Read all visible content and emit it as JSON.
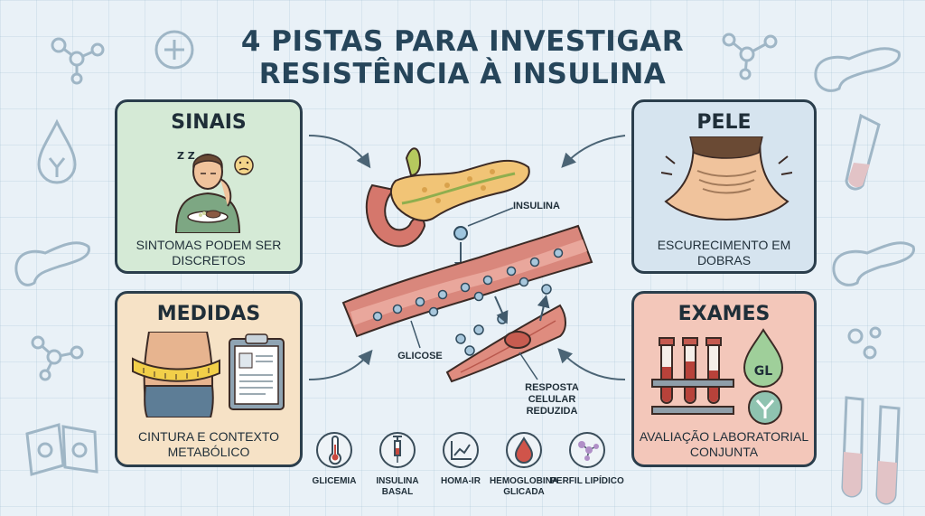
{
  "title": {
    "line1": "4 PISTAS PARA INVESTIGAR",
    "line2": "RESISTÊNCIA À INSULINA"
  },
  "cards": {
    "sinais": {
      "heading": "SINAIS",
      "caption": "SINTOMAS PODEM SER DISCRETOS",
      "color": "#d5ead6"
    },
    "medidas": {
      "heading": "MEDIDAS",
      "caption": "CINTURA E CONTEXTO METABÓLICO",
      "color": "#f6e2c6"
    },
    "pele": {
      "heading": "PELE",
      "caption": "ESCURECIMENTO EM DOBRAS",
      "color": "#d6e4ef"
    },
    "exames": {
      "heading": "EXAMES",
      "caption": "AVALIAÇÃO LABORATORIAL CONJUNTA",
      "color": "#f3c7ba",
      "badge": "GL"
    }
  },
  "diagram": {
    "insulina_label": "INSULINA",
    "glicose_label": "GLICOSE",
    "resposta_label": "RESPOSTA CELULAR REDUZIDA",
    "sleep_marks": "Z Z"
  },
  "tests": [
    {
      "label": "GLICEMIA",
      "icon": "thermometer-icon"
    },
    {
      "label": "INSULINA BASAL",
      "icon": "syringe-icon"
    },
    {
      "label": "HOMA-IR",
      "icon": "line-chart-icon"
    },
    {
      "label": "HEMOGLOBINA GLICADA",
      "icon": "blood-drop-icon"
    },
    {
      "label": "PERFIL LIPÍDICO",
      "icon": "molecule-icon"
    }
  ]
}
